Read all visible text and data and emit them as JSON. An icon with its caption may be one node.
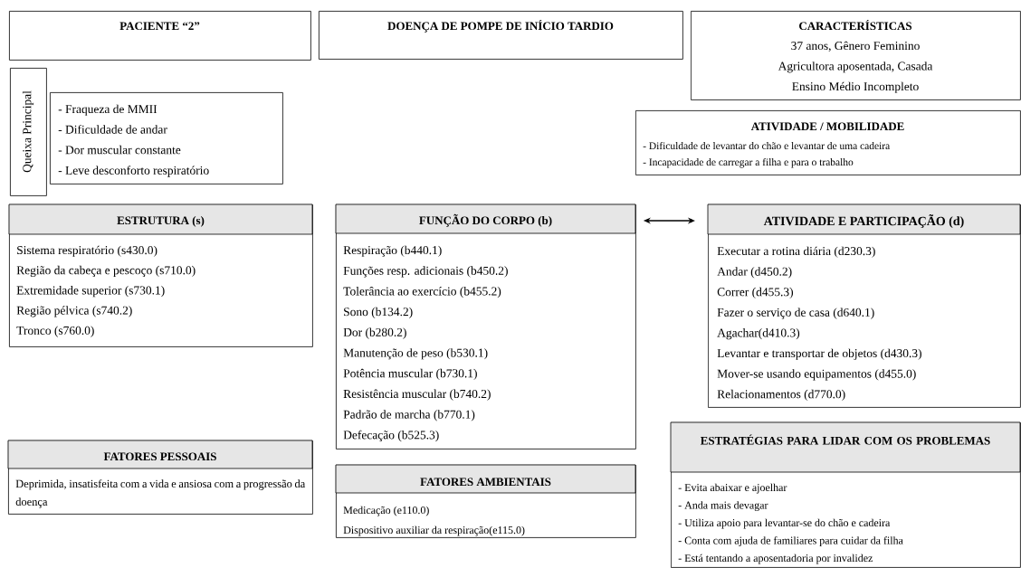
{
  "diagram": {
    "nodes": [
      {
        "text": [
          "PACIENTE “2”"
        ]
      },
      {
        "text": [
          "DOENÇA DE POMPE DE INÍCIO TARDIO"
        ]
      },
      {
        "text": [
          "CARACTERÍSTICAS",
          "37 anos, Gênero Feminino",
          "Agricultora aposentada, Casada",
          "Ensino Médio Incompleto"
        ]
      },
      {
        "text": [
          "Queixa Principal"
        ]
      },
      {
        "text": [
          "- Fraqueza de MMII",
          "- Dificuldade de andar",
          "- Dor muscular constante",
          "- Leve desconforto respiratório"
        ]
      },
      {
        "text": [
          "ATIVIDADE / MOBILIDADE",
          "- Dificuldade de levantar do chão e levantar de uma cadeira",
          "- Incapacidade de carregar a filha e para o trabalho"
        ]
      },
      {
        "text": [
          "ESTRUTURA (s)",
          "Sistema respiratório (s430.0)",
          "Região da cabeça e pescoço (s710.0)",
          "Extremidade superior (s730.1)",
          "Região pélvica (s740.2)",
          "Tronco (s760.0)"
        ]
      },
      {
        "text": [
          "FUNÇÃO DO CORPO (b)",
          "Respiração (b440.1)",
          "Funções resp. adicionais (b450.2)",
          "Tolerância ao exercício (b455.2)",
          "Sono (b134.2)",
          "Dor (b280.2)",
          "Manutenção de peso (b530.1)",
          "Potência muscular (b730.1)",
          "Resistência muscular (b740.2)",
          "Padrão de marcha (b770.1)",
          "Defecação (b525.3)"
        ]
      },
      {
        "text": [
          "ATIVIDADE E PARTICIPAÇÃO (d)",
          "Executar a rotina diária (d230.3)",
          "Andar (d450.2)",
          "Correr (d455.3)",
          "Fazer o serviço de casa (d640.1)",
          "Agachar(d410.3)",
          "Levantar e transportar de objetos (d430.3)",
          "Mover-se usando equipamentos (d455.0)",
          "Relacionamentos (d770.0)"
        ]
      },
      {
        "text": [
          "FATORES PESSOAIS",
          "Deprimida, insatisfeita com a vida e ansiosa com a progressão da doença"
        ]
      },
      {
        "text": [
          "FATORES AMBIENTAIS",
          "Medicação (e110.0)",
          "Dispositivo auxiliar da respiração(e115.0)"
        ]
      },
      {
        "text": [
          "ESTRATÉGIAS PARA LIDAR COM OS PROBLEMAS",
          "- Evita abaixar e ajoelhar",
          "- Anda mais devagar",
          "- Utiliza apoio para levantar-se do chão e cadeira",
          "- Conta com ajuda de familiares para cuidar da filha",
          "- Está tentando a aposentadoria por invalidez"
        ]
      }
    ],
    "edges": [
      {
        "from": 7,
        "to": 8,
        "arrow": "both"
      }
    ]
  }
}
